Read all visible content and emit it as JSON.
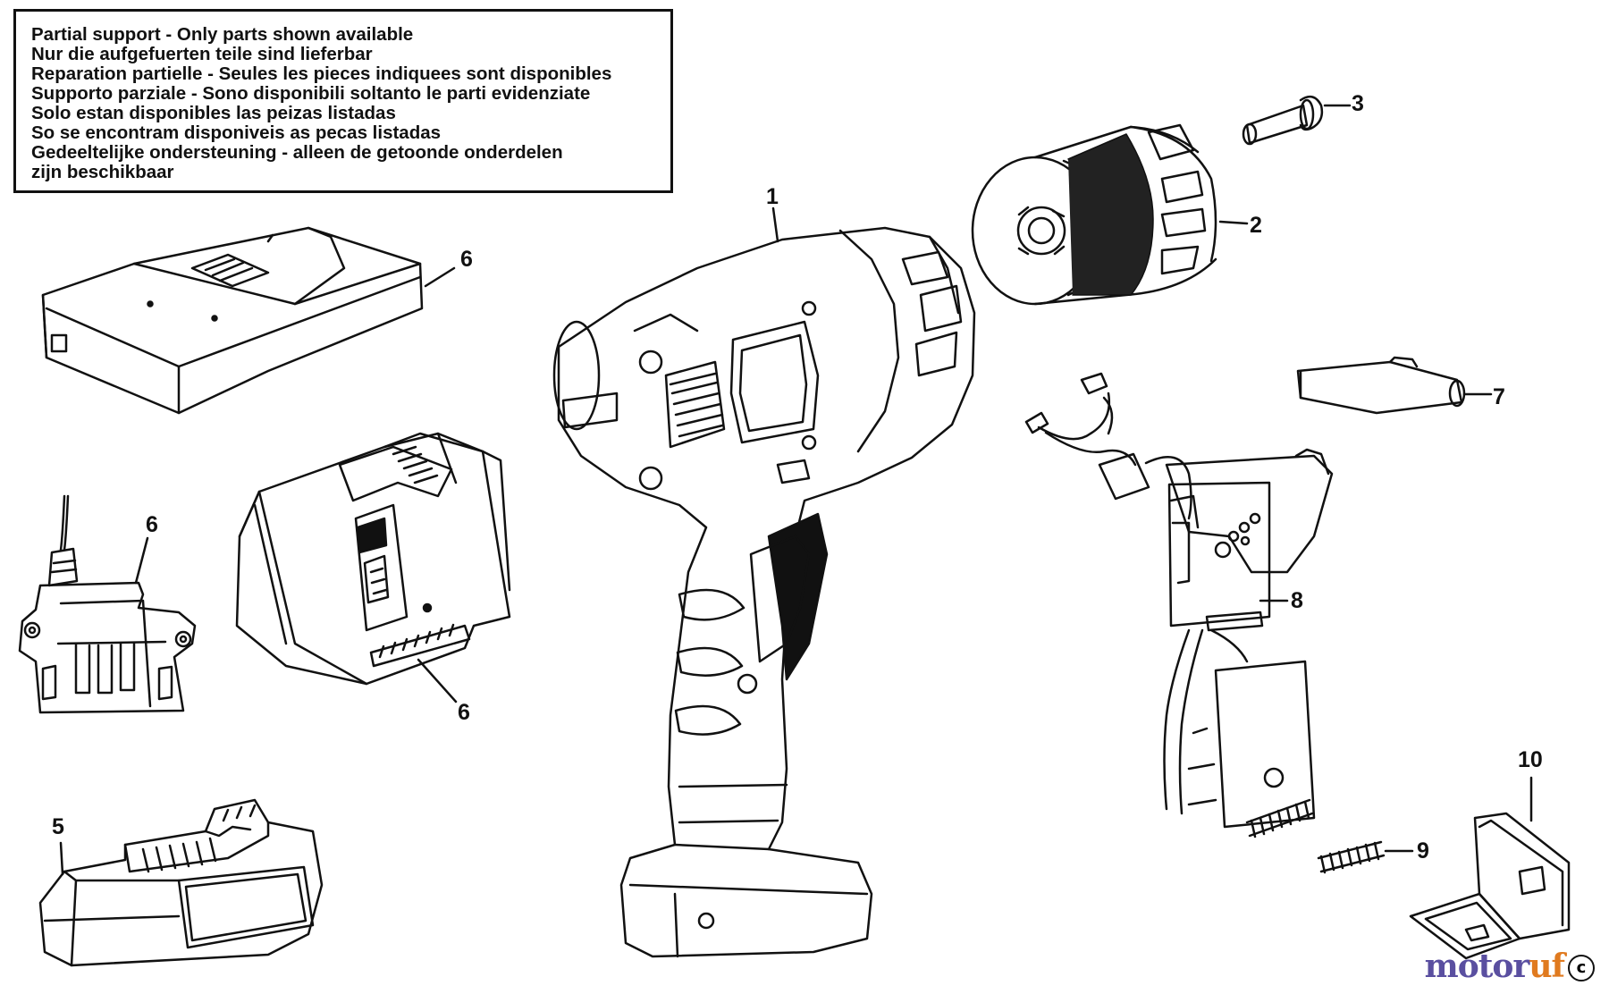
{
  "notice": {
    "lines": [
      "Partial support - Only parts shown available",
      "Nur die aufgefuerten teile sind lieferbar",
      "Reparation partielle - Seules les pieces indiquees sont disponibles",
      "Supporto parziale - Sono disponibili soltanto le parti evidenziate",
      "Solo estan disponibles las peizas listadas",
      "So se encontram disponiveis as pecas listadas",
      "Gedeeltelijke ondersteuning - alleen de getoonde onderdelen",
      "zijn beschikbaar"
    ]
  },
  "callouts": {
    "c1": "1",
    "c2": "2",
    "c3": "3",
    "c5": "5",
    "c6a": "6",
    "c6b": "6",
    "c6c": "6",
    "c7": "7",
    "c8": "8",
    "c9": "9",
    "c10": "10"
  },
  "watermark": {
    "part1": "motor",
    "part2": "uf"
  },
  "copyright_symbol": "c"
}
